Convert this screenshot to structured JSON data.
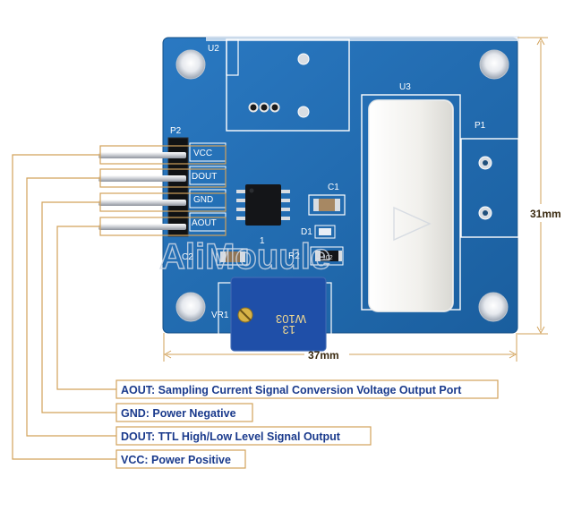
{
  "board": {
    "silkscreen": {
      "u2": "U2",
      "u3": "U3",
      "p1": "P1",
      "p2": "P2",
      "c1": "C1",
      "c2": "C2",
      "d1": "D1",
      "r2": "R2",
      "vr1": "VR1",
      "r1": "1",
      "r_chip": "102"
    },
    "pins": [
      "VCC",
      "DOUT",
      "GND",
      "AOUT"
    ],
    "potentiometer": {
      "line1": "W103",
      "line2": "13"
    },
    "watermark": "AliMouule"
  },
  "dimensions": {
    "height": "31mm",
    "width": "37mm"
  },
  "legend": [
    {
      "key": "AOUT:",
      "text": " Sampling Current Signal Conversion Voltage Output Port"
    },
    {
      "key": "GND:",
      "text": " Power Negative"
    },
    {
      "key": "DOUT:",
      "text": " TTL High/Low Level Signal Output"
    },
    {
      "key": "VCC:",
      "text": " Power Positive"
    }
  ],
  "colors": {
    "pcb": "#1f6bb0",
    "leader": "#d2a25a",
    "legend_text": "#1a3a8c",
    "sensor_body": "#f3f2ee",
    "pot_body": "#1f4fa8"
  }
}
